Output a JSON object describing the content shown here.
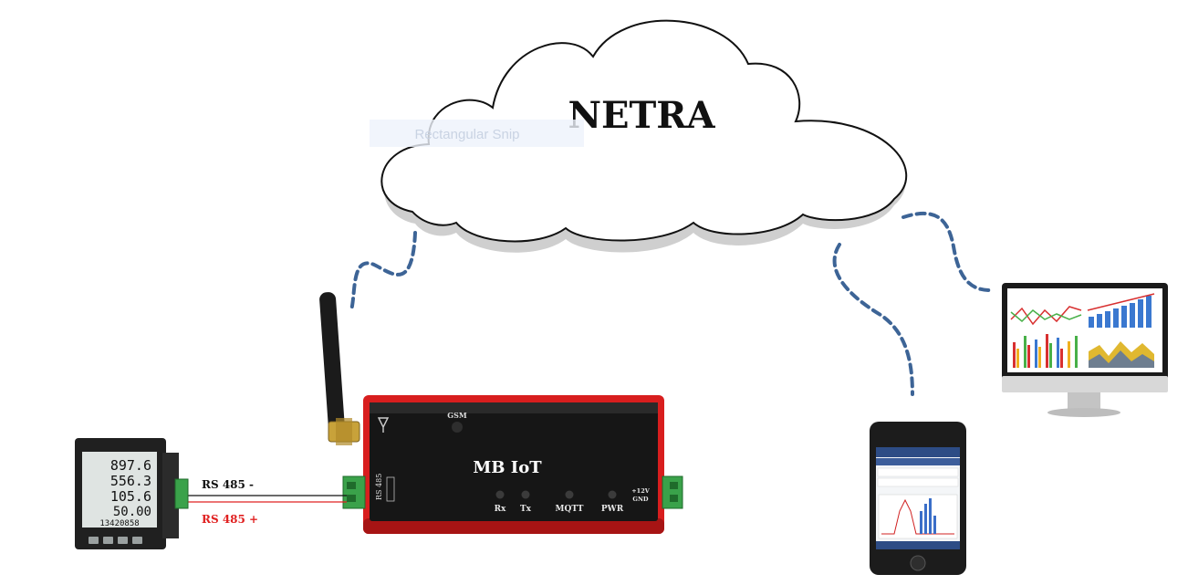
{
  "cloud": {
    "label": "NETRA",
    "fill": "#ffffff",
    "shadow": "#d2d2d2"
  },
  "snip_overlay": {
    "text": "Rectangular Snip"
  },
  "device": {
    "title": "MB IoT",
    "gsm_label": "GSM",
    "rs485_label": "RS 485",
    "leds": {
      "rx": "Rx",
      "tx": "Tx",
      "mqtt": "MQTT",
      "pwr": "PWR"
    },
    "power_label_1": "+12V",
    "power_label_2": "GND",
    "body_color": "#111111",
    "frame_color": "#d81e1e"
  },
  "wires": {
    "minus_label": "RS 485 -",
    "plus_label": "RS 485 +",
    "minus_color": "#111111",
    "plus_color": "#e02020"
  },
  "meter": {
    "readings": [
      "897.6",
      "556.3",
      "105.6",
      "50.00",
      "13420858"
    ]
  },
  "link_color": "#3d6496"
}
